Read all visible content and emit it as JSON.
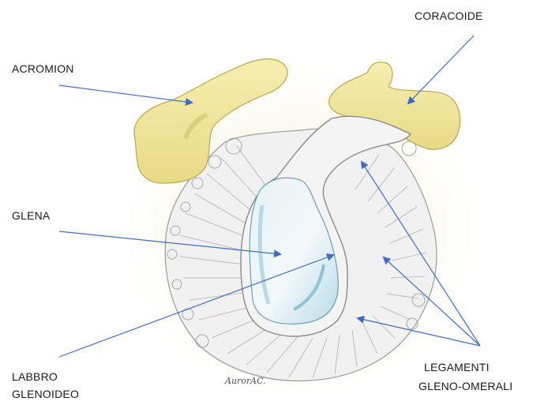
{
  "labels": {
    "acromion": "ACROMION",
    "coracoide": "CORACOIDE",
    "glena": "GLENA",
    "labbro_line1": "LABBRO",
    "labbro_line2": "GLENOIDEO",
    "legamenti_line1": "LEGAMENTI",
    "legamenti_line2": "GLENO-OMERALI"
  },
  "signature": "AurorAC.",
  "colors": {
    "arrow": "#3f6cc7",
    "bone": "#f0e49a",
    "bone_shadow": "#cfc06a",
    "cartilage": "#cfe6ee",
    "cartilage_edge": "#7fb6cc",
    "ligament": "#eeeeee",
    "outline": "#8a8a8a",
    "halo": "#f6f2dc"
  }
}
